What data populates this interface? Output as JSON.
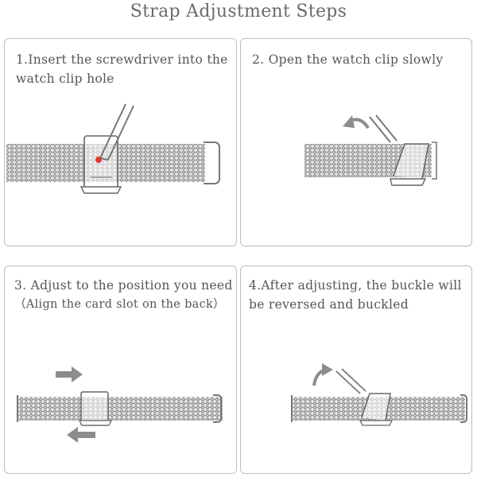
{
  "title": "Strap Adjustment Steps",
  "steps": [
    {
      "lines": [
        "1.Insert the screwdriver into the",
        "watch clip hole"
      ],
      "illustration": "screwdriver-in-clip-hole"
    },
    {
      "lines": [
        "2. Open the watch clip slowly"
      ],
      "illustration": "opening-clip-with-curved-arrow"
    },
    {
      "lines": [
        "3. Adjust to the position you need",
        "（Align the card slot on the back）"
      ],
      "illustration": "strap-with-left-right-arrows"
    },
    {
      "lines": [
        "4.After adjusting, the buckle will",
        "be reversed and buckled"
      ],
      "illustration": "closing-clip-with-curved-arrow"
    }
  ],
  "colors": {
    "border": "#bdbdbd",
    "text": "#555555",
    "mesh": "#8a8a8a",
    "arrow": "#8c8c8c",
    "screw_hole": "#e53935"
  }
}
